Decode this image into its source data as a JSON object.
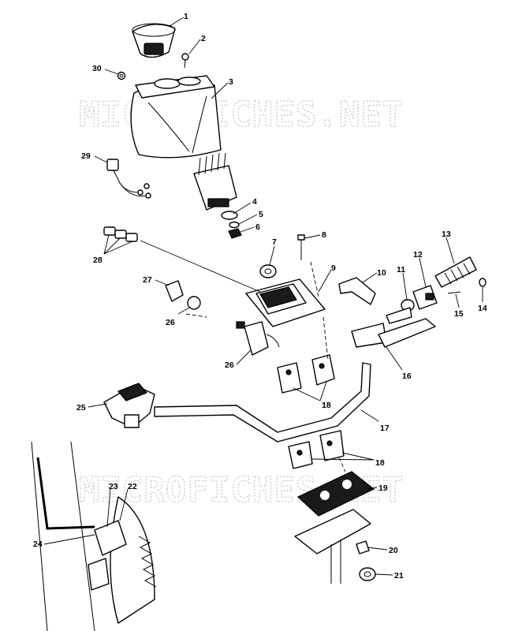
{
  "watermark": {
    "text": "MICROFICHES.NET",
    "color": "#c9c9c9"
  },
  "callouts": [
    {
      "id": "1",
      "label": "1"
    },
    {
      "id": "2",
      "label": "2"
    },
    {
      "id": "3",
      "label": "3"
    },
    {
      "id": "4",
      "label": "4"
    },
    {
      "id": "5",
      "label": "5"
    },
    {
      "id": "6",
      "label": "6"
    },
    {
      "id": "7",
      "label": "7"
    },
    {
      "id": "8",
      "label": "8"
    },
    {
      "id": "9",
      "label": "9"
    },
    {
      "id": "10",
      "label": "10"
    },
    {
      "id": "11",
      "label": "11"
    },
    {
      "id": "12",
      "label": "12"
    },
    {
      "id": "13",
      "label": "13"
    },
    {
      "id": "14",
      "label": "14"
    },
    {
      "id": "15",
      "label": "15"
    },
    {
      "id": "16",
      "label": "16"
    },
    {
      "id": "17",
      "label": "17"
    },
    {
      "id": "18a",
      "label": "18"
    },
    {
      "id": "18b",
      "label": "18"
    },
    {
      "id": "19",
      "label": "19"
    },
    {
      "id": "20",
      "label": "20"
    },
    {
      "id": "21",
      "label": "21"
    },
    {
      "id": "22",
      "label": "22"
    },
    {
      "id": "23",
      "label": "23"
    },
    {
      "id": "24",
      "label": "24"
    },
    {
      "id": "25",
      "label": "25"
    },
    {
      "id": "26a",
      "label": "26"
    },
    {
      "id": "26b",
      "label": "26"
    },
    {
      "id": "27",
      "label": "27"
    },
    {
      "id": "28",
      "label": "28"
    },
    {
      "id": "29",
      "label": "29"
    },
    {
      "id": "30",
      "label": "30"
    }
  ]
}
